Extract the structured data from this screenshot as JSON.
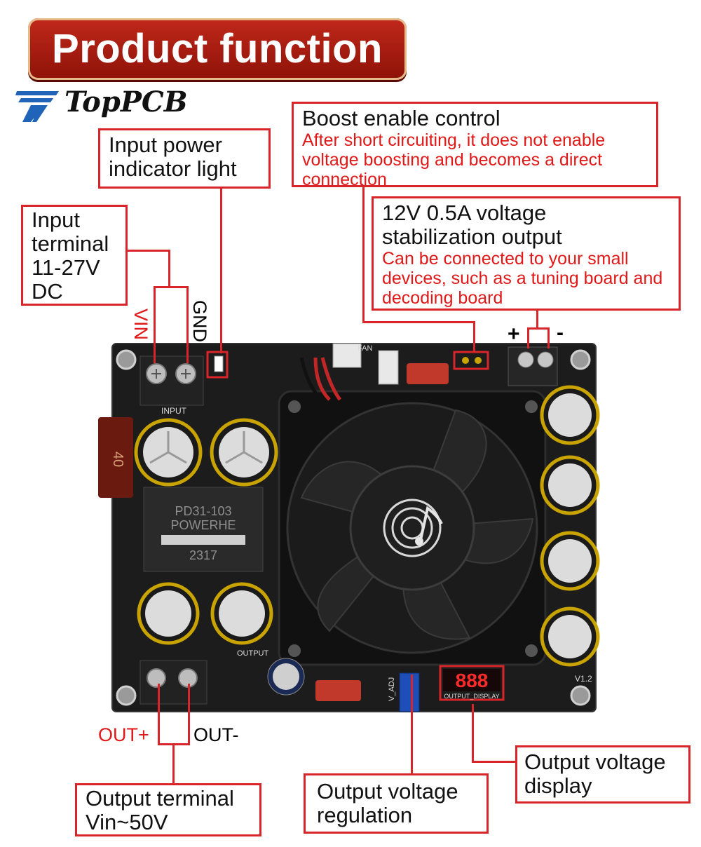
{
  "banner": {
    "title": "Product function"
  },
  "logo": {
    "name": "TopPCB"
  },
  "labels": {
    "input_power_indicator": "Input power indicator light",
    "input_terminal": [
      "Input",
      "terminal",
      "11-27V",
      "DC"
    ],
    "boost_enable": {
      "title": "Boost enable control",
      "desc": [
        "After short circuiting, it does not enable",
        "voltage boosting and becomes a direct",
        "connection"
      ]
    },
    "stabilized_output": {
      "title": [
        "12V 0.5A voltage",
        "stabilization output"
      ],
      "desc": [
        "Can be connected to your small",
        "devices, such as a tuning board and",
        "decoding board"
      ]
    },
    "output_terminal": [
      "Output terminal",
      "Vin~50V"
    ],
    "output_regulation": [
      "Output voltage",
      "regulation"
    ],
    "output_display": [
      "Output voltage",
      "display"
    ]
  },
  "pins": {
    "vin": "VIN",
    "gnd": "GND",
    "plus": "+",
    "minus": "-",
    "out_plus": "OUT+",
    "out_minus": "OUT-"
  },
  "board_markings": {
    "inductor": [
      "PD31-103",
      "POWERHE",
      "2317"
    ],
    "display_digits": "888",
    "display_label": "OUTPUT_DISPLAY",
    "version": "V1.2",
    "input_label": "INPUT",
    "output_label": "OUTPUT",
    "fan_label": "FAN",
    "vadj_label": "V_ADJ",
    "fuse": "40"
  },
  "colors": {
    "accent": "#d8252a",
    "banner": "#b01e12",
    "board": "#1c1c1c"
  }
}
